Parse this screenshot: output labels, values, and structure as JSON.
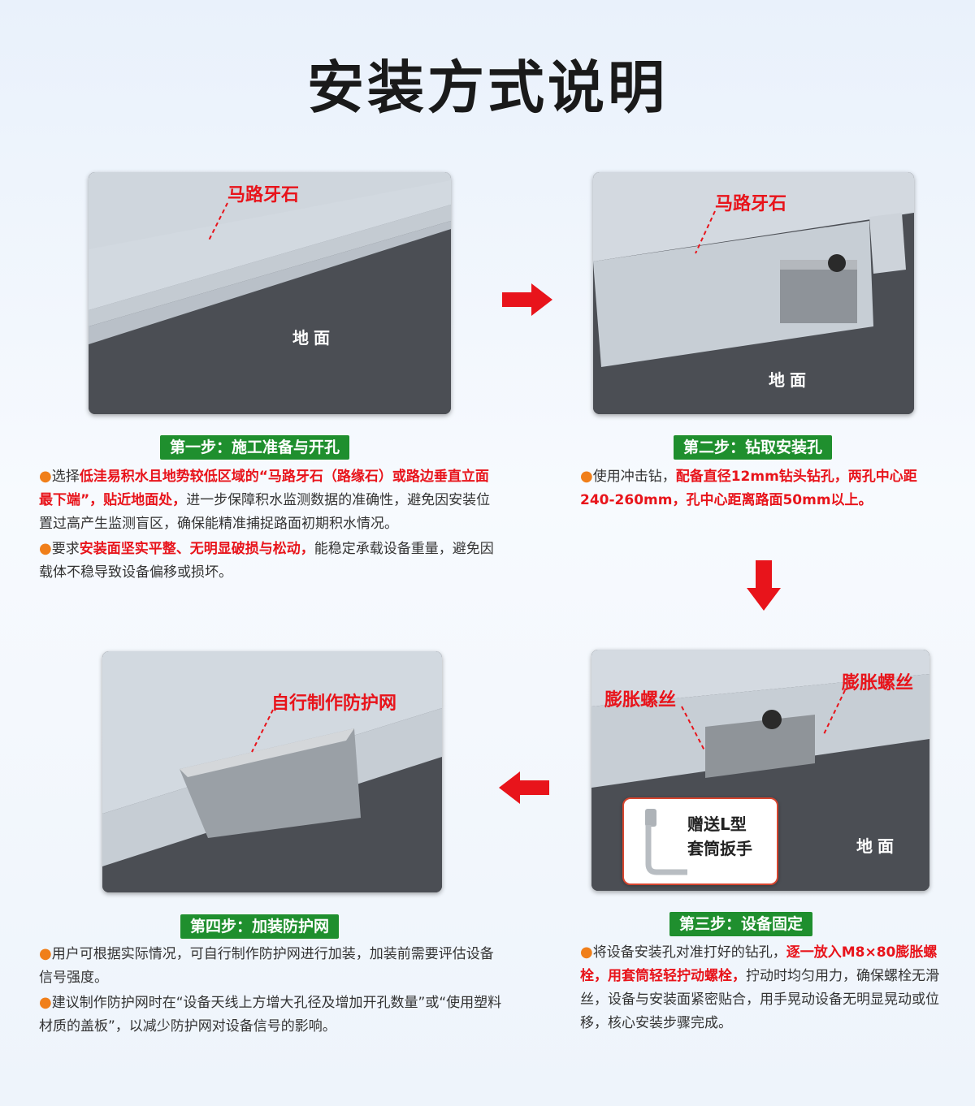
{
  "page": {
    "title": "安装方式说明"
  },
  "labels": {
    "curb": "马路牙石",
    "ground": "地面",
    "net": "自行制作防护网",
    "bolt": "膨胀螺丝",
    "gift_line1": "赠送L型",
    "gift_line2": "套筒扳手"
  },
  "steps": {
    "s1": {
      "title": "第一步：施工准备与开孔",
      "p1_a": "选择",
      "p1_red": "低洼易积水且地势较低区域的“马路牙石（路缘石）或路边垂直立面最下端”，贴近地面处，",
      "p1_b": "进一步保障积水监测数据的准确性，避免因安装位置过高产生监测盲区，确保能精准捕捉路面初期积水情况。",
      "p2_a": "要求",
      "p2_red": "安装面坚实平整、无明显破损与松动，",
      "p2_b": "能稳定承载设备重量，避免因载体不稳导致设备偏移或损坏。"
    },
    "s2": {
      "title": "第二步：钻取安装孔",
      "p1_a": "使用冲击钻，",
      "p1_red": "配备直径12mm钻头钻孔，两孔中心距240-260mm，孔中心距离路面50mm以上。"
    },
    "s3": {
      "title": "第三步：设备固定",
      "p1_a": "将设备安装孔对准打好的钻孔，",
      "p1_red": "逐一放入M8×80膨胀螺栓，用套筒轻轻拧动螺栓，",
      "p1_b": "拧动时均匀用力，确保螺栓无滑丝，设备与安装面紧密贴合，用手晃动设备无明显晃动或位移，核心安装步骤完成。"
    },
    "s4": {
      "title": "第四步：加装防护网",
      "p1": "用户可根据实际情况，可自行制作防护网进行加装，加装前需要评估设备信号强度。",
      "p2": "建议制作防护网时在“设备天线上方增大孔径及增加开孔数量”或“使用塑料材质的盖板”，以减少防护网对设备信号的影响。"
    },
    "bullet": "●"
  },
  "colors": {
    "accent_red": "#e8141b",
    "badge_green": "#1f8f2e",
    "bullet_orange": "#f07f1a"
  },
  "icons": [
    "arrow-right-icon",
    "arrow-down-icon",
    "arrow-left-icon",
    "l-wrench-icon"
  ]
}
